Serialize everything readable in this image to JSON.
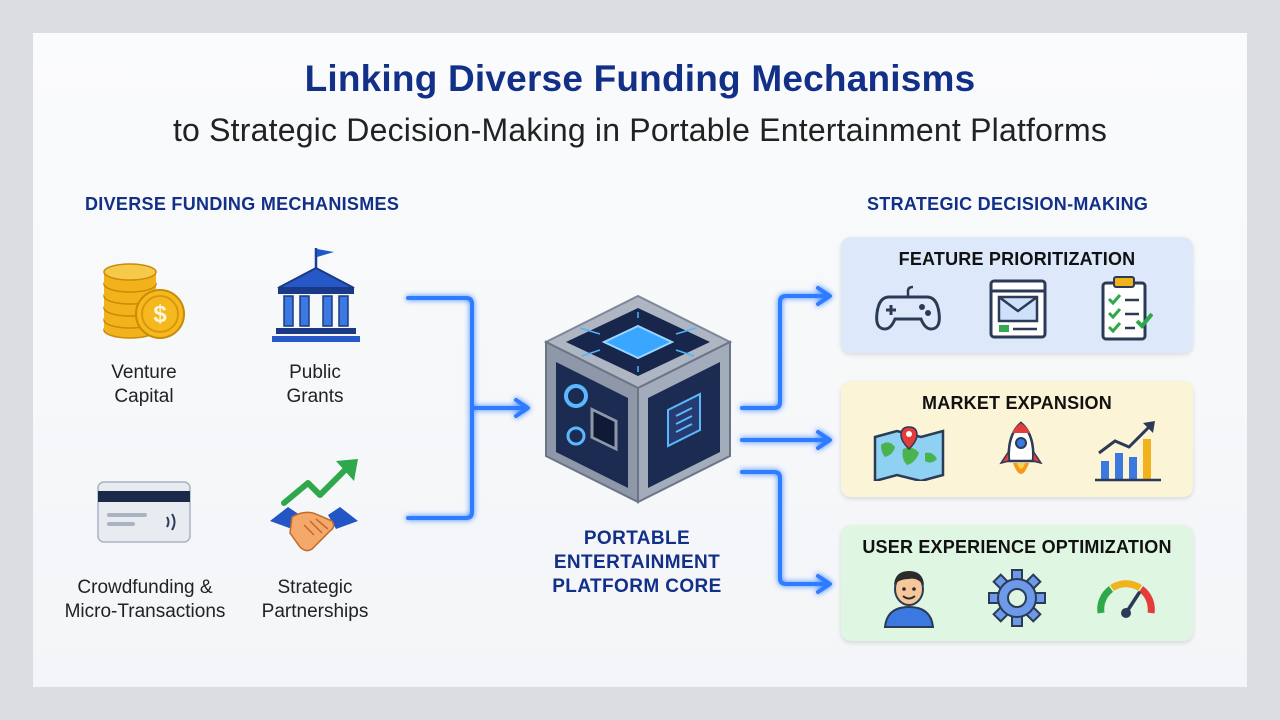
{
  "title": {
    "main": "Linking Diverse Funding Mechanisms",
    "sub": "to Strategic Decision-Making in Portable Entertainment Platforms"
  },
  "funding": {
    "heading": "DIVERSE FUNDING MECHANISMES",
    "items": [
      {
        "label_line1": "Venture",
        "label_line2": "Capital",
        "icon": "coins-icon"
      },
      {
        "label_line1": "Public",
        "label_line2": "Grants",
        "icon": "bank-building-icon"
      },
      {
        "label_line1": "Crowdfunding &",
        "label_line2": "Micro-Transactions",
        "icon": "credit-card-icon"
      },
      {
        "label_line1": "Strategic",
        "label_line2": "Partnerships",
        "icon": "handshake-growth-icon"
      }
    ]
  },
  "core": {
    "line1": "PORTABLE",
    "line2": "ENTERTAINMENT",
    "line3": "PLATFORM CORE",
    "icon": "processor-cube-icon"
  },
  "decisions": {
    "heading": "STRATEGIC DECISION-MAKING",
    "panels": [
      {
        "title": "FEATURE PRIORITIZATION",
        "bg": "#dde9fb",
        "icons": [
          "gamepad-icon",
          "mail-window-icon",
          "checklist-icon"
        ]
      },
      {
        "title": "MARKET EXPANSION",
        "bg": "#fbf4d6",
        "icons": [
          "world-map-pin-icon",
          "rocket-icon",
          "growth-bar-chart-icon"
        ]
      },
      {
        "title": "USER EXPERIENCE OPTIMIZATION",
        "bg": "#dff6e3",
        "icons": [
          "user-avatar-icon",
          "gear-icon",
          "gauge-icon"
        ]
      }
    ]
  },
  "colors": {
    "navy": "#123087",
    "connector": "#2f7bff",
    "gold": "#f2b21b",
    "growth_green": "#2ea84a"
  }
}
